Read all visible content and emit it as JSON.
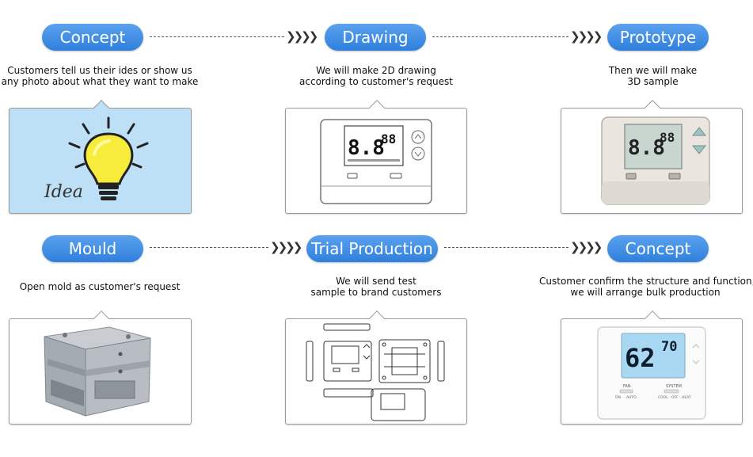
{
  "steps": [
    {
      "label": "Concept",
      "desc": [
        "Customers tell us their ides or show us",
        "any photo about what they want to make"
      ]
    },
    {
      "label": "Drawing",
      "desc": [
        "We will make 2D drawing",
        "according to customer's request"
      ]
    },
    {
      "label": "Prototype",
      "desc": [
        "Then we will make",
        "3D sample"
      ]
    },
    {
      "label": "Mould",
      "desc": [
        "Open mold as customer's request"
      ]
    },
    {
      "label": "Trial Production",
      "desc": [
        "We will send test",
        "sample to brand customers"
      ]
    },
    {
      "label": "Concept",
      "desc": [
        "Customer confirm the structure and function,",
        "we will arrange bulk production"
      ]
    }
  ],
  "connector_glyph": "❯❯❯❯",
  "images": {
    "idea_text": "Idea",
    "lcd_big": "8.8",
    "lcd_small": "88",
    "final_lcd_big": "62",
    "final_lcd_small": "70",
    "final_fan": "FAN",
    "final_system": "SYSTEM",
    "final_fan_modes": "ON · · AUTO",
    "final_system_modes": "COOL · OFF · HEAT"
  },
  "colors": {
    "pill_top": "#5ba2ee",
    "pill_bottom": "#2f7fdc",
    "idea_bg": "#bde0f6",
    "proto_bg": "#eae6df"
  }
}
